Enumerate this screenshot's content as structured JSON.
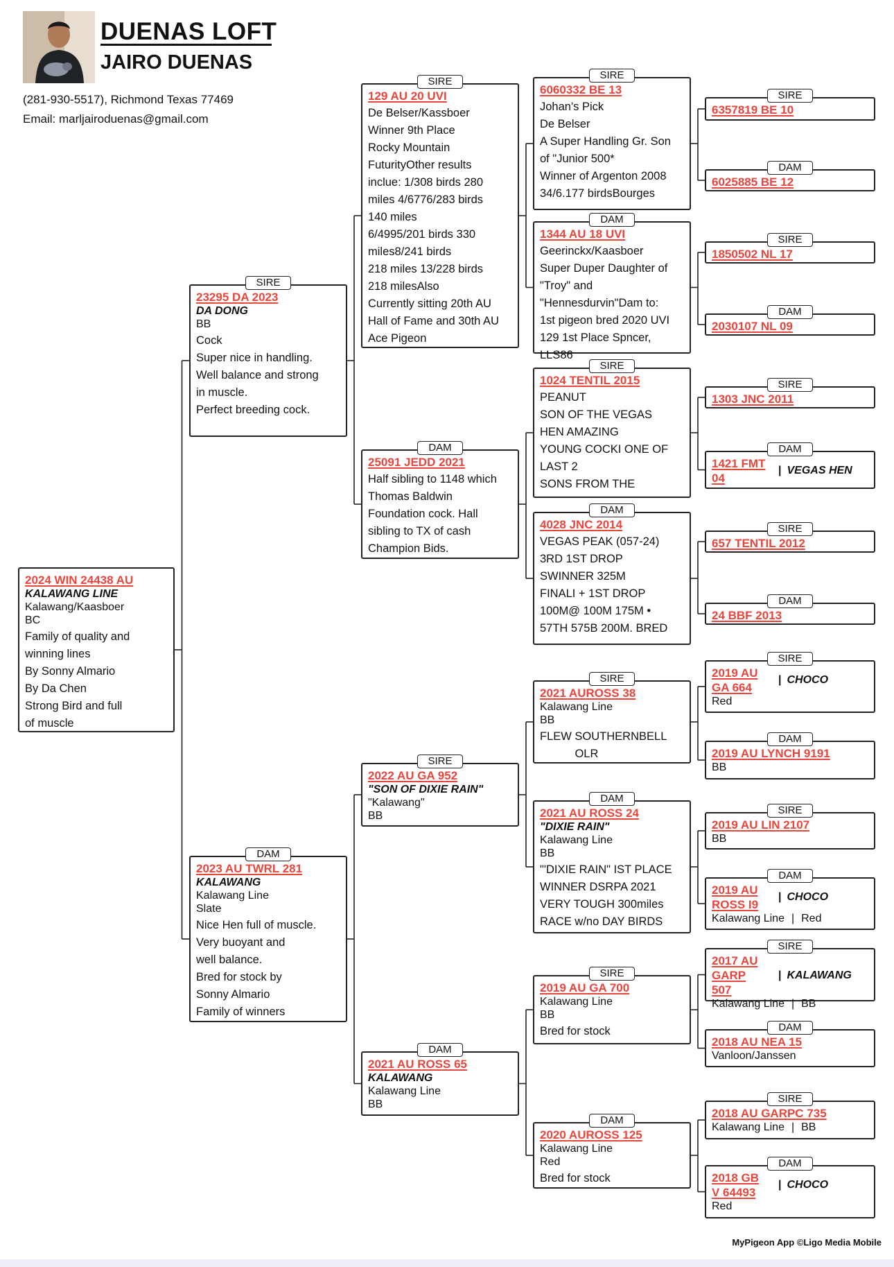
{
  "header": {
    "loft_name": "DUENAS LOFT",
    "owner_name": "JAIRO DUENAS",
    "phone_address": "(281-930-5517), Richmond Texas 77469",
    "email": "Email: marljairoduenas@gmail.com"
  },
  "labels": {
    "sire": "SIRE",
    "dam": "DAM"
  },
  "footer": "MyPigeon App ©Ligo Media Mobile",
  "colors": {
    "band_id": "#e8453c",
    "border": "#222222"
  },
  "pedigree": {
    "subject": {
      "id": "2024 WIN 24438 AU",
      "name": "KALAWANG LINE",
      "strain": "Kalawang/Kaasboer",
      "color": "BC",
      "notes": "Family of quality and\nwinning lines\nBy Sonny Almario\nBy Da Chen\nStrong Bird and full\nof muscle"
    },
    "sire": {
      "id": "23295 DA 2023",
      "name": "DA DONG",
      "color": "BB",
      "notes": "Cock\nSuper nice in handling.\nWell balance and strong\nin muscle.\nPerfect breeding cock."
    },
    "dam": {
      "id": "2023 AU TWRL 281",
      "name": "KALAWANG",
      "strain": "Kalawang Line",
      "color": "Slate",
      "notes": "Nice Hen full of muscle.\nVery buoyant and\nwell balance.\nBred for stock by\nSonny Almario\nFamily of winners"
    },
    "ss": {
      "id": "129 AU 20 UVI",
      "notes": "De Belser/Kassboer\nWinner 9th Place\nRocky Mountain\nFuturityOther results\ninclue: 1/308 birds 280\nmiles 4/6776/283 birds\n140 miles\n6/4995/201 birds 330\nmiles8/241 birds\n218 miles 13/228 birds\n218 milesAlso\nCurrently sitting 20th AU\nHall of Fame and 30th AU\nAce Pigeon"
    },
    "sd": {
      "id": "25091 JEDD 2021",
      "notes": "Half sibling to 1148 which\nThomas Baldwin\nFoundation cock. Hall\nsibling to TX of cash\nChampion Bids."
    },
    "ds": {
      "id": "2022 AU GA 952",
      "name": "\"SON OF DIXIE RAIN\"",
      "strain": "\"Kalawang\"",
      "color": "BB"
    },
    "dd": {
      "id": "2021 AU ROSS 65",
      "name": "KALAWANG",
      "strain": "Kalawang Line",
      "color": "BB"
    },
    "sss": {
      "id": "6060332 BE 13",
      "notes": "Johan's Pick\nDe Belser\nA Super Handling Gr. Son\nof \"Junior 500*\nWinner of Argenton 2008\n34/6.177 birdsBourges"
    },
    "ssd": {
      "id": "1344 AU 18 UVI",
      "notes": "Geerinckx/Kaasboer\nSuper Duper Daughter of\n\"Troy\" and\n\"Hennesdurvin\"Dam to:\n1st pigeon bred 2020 UVI\n129 1st Place Spncer,\nLLS86"
    },
    "sds": {
      "id": "1024 TENTIL 2015",
      "notes": "PEANUT\nSON OF THE VEGAS\nHEN AMAZING\nYOUNG COCKI ONE OF\nLAST 2\nSONS FROM THE"
    },
    "sdd": {
      "id": "4028 JNC 2014",
      "notes": "VEGAS PEAK (057-24)\n3RD 1ST DROP\nSWINNER 325M\nFINALI + 1ST DROP\n100M@ 100M 175M •\n57TH 575B 200M. BRED"
    },
    "dss": {
      "id": "2021 AUROSS 38",
      "strain": "Kalawang Line",
      "color": "BB",
      "notes": "FLEW SOUTHERNBELL\n           OLR"
    },
    "dsd": {
      "id": "2021 AU ROSS 24",
      "name": "\"DIXIE RAIN\"",
      "strain": "Kalawang Line",
      "color": "BB",
      "notes": "\"'DIXIE RAIN\" IST PLACE\nWINNER DSRPA 2021\nVERY TOUGH 300miles\nRACE w/no DAY BIRDS"
    },
    "dds": {
      "id": "2019 AU GA 700",
      "strain": "Kalawang Line",
      "color": "BB",
      "notes": "Bred for stock"
    },
    "ddd": {
      "id": "2020 AUROSS 125",
      "strain": "Kalawang Line",
      "color": "Red",
      "notes": "Bred for stock"
    },
    "ssss": {
      "id": "6357819 BE 10"
    },
    "sssd": {
      "id": "6025885 BE 12"
    },
    "ssds": {
      "id": "1850502 NL 17"
    },
    "ssdd": {
      "id": "2030107 NL 09"
    },
    "sdss": {
      "id": "1303 JNC 2011"
    },
    "sdsd": {
      "id": "1421 FMT 04",
      "side": "VEGAS HEN"
    },
    "sdds": {
      "id": "657 TENTIL 2012"
    },
    "sddd": {
      "id": "24 BBF 2013"
    },
    "dsss": {
      "id": "2019 AU GA 664",
      "side": "CHOCO",
      "line1": "Red"
    },
    "dssd": {
      "id": "2019 AU LYNCH 9191",
      "line1": "BB"
    },
    "dsds": {
      "id": "2019 AU LIN 2107",
      "line1": "BB"
    },
    "dsdd": {
      "id": "2019 AU ROSS I9",
      "side": "CHOCO",
      "line1": "Kalawang Line",
      "line1b": "Red"
    },
    "ddss": {
      "id": "2017 AU GARP 507",
      "side": "KALAWANG",
      "line1": "Kalawang Line",
      "line1b": "BB"
    },
    "ddsd": {
      "id": "2018 AU NEA 15",
      "line1": "Vanloon/Janssen"
    },
    "ddds": {
      "id": "2018 AU GARPC 735",
      "line1": "Kalawang Line",
      "line1b": "BB"
    },
    "dddd": {
      "id": "2018 GB V 64493",
      "side": "CHOCO",
      "line1": "Red"
    }
  }
}
